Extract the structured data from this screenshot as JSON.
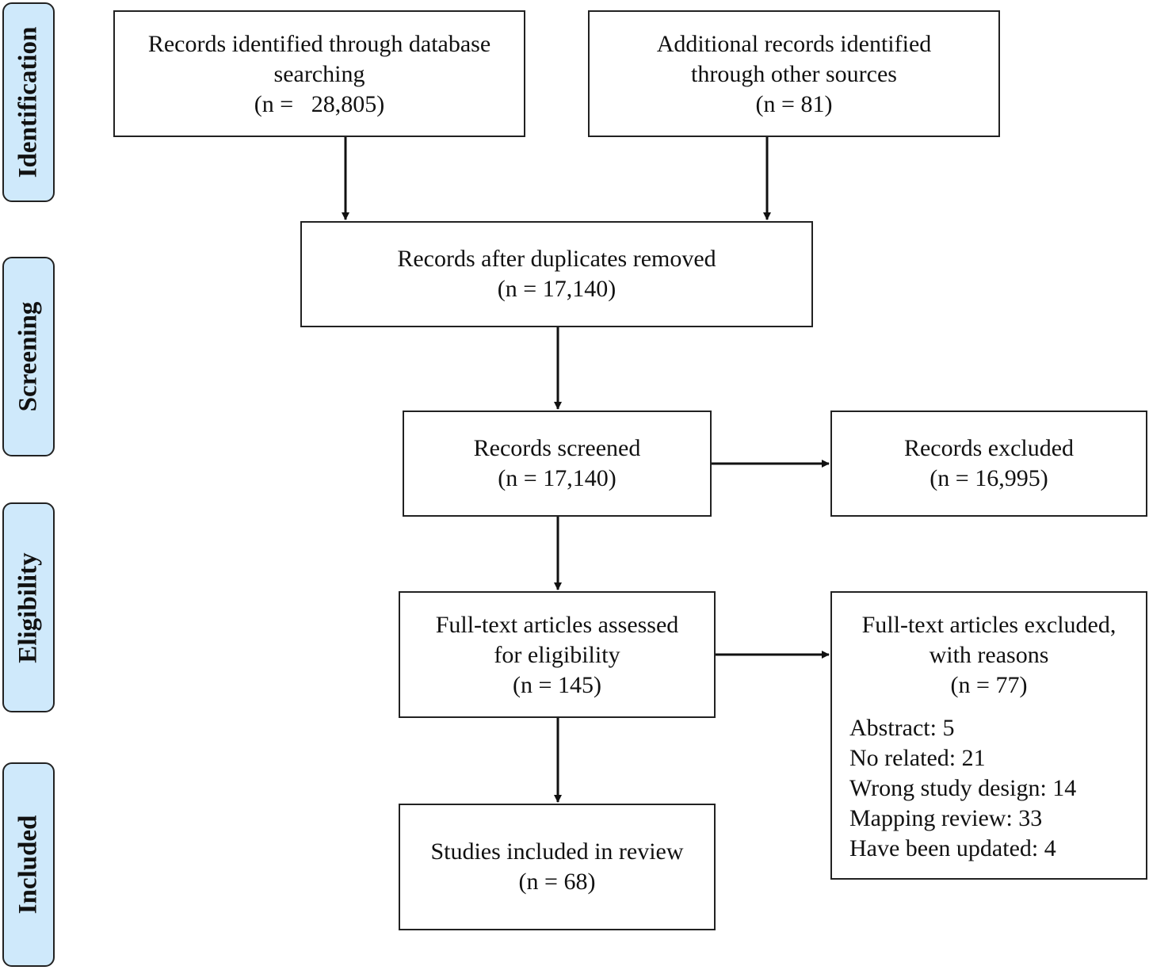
{
  "phases": {
    "identification": "Identification",
    "screening": "Screening",
    "eligibility": "Eligibility",
    "included": "Included"
  },
  "boxes": {
    "database_search": {
      "line1": "Records identified through database",
      "line2": "searching",
      "line3": "(n =   28,805)"
    },
    "other_sources": {
      "line1": "Additional records identified",
      "line2": "through other sources",
      "line3": "(n = 81)"
    },
    "duplicates_removed": {
      "line1": "Records after duplicates removed",
      "line2": "(n = 17,140)"
    },
    "records_screened": {
      "line1": "Records screened",
      "line2": "(n = 17,140)"
    },
    "records_excluded": {
      "line1": "Records excluded",
      "line2": "(n = 16,995)"
    },
    "fulltext_assessed": {
      "line1": "Full-text articles assessed",
      "line2": "for eligibility",
      "line3": "(n = 145)"
    },
    "fulltext_excluded": {
      "line1": "Full-text articles excluded,",
      "line2": "with reasons",
      "line3": "(n = 77)",
      "reasons": [
        "Abstract: 5",
        "No related: 21",
        "Wrong study design: 14",
        "Mapping review: 33",
        "Have been updated: 4"
      ]
    },
    "studies_included": {
      "line1": "Studies included in review",
      "line2": "(n = 68)"
    }
  }
}
